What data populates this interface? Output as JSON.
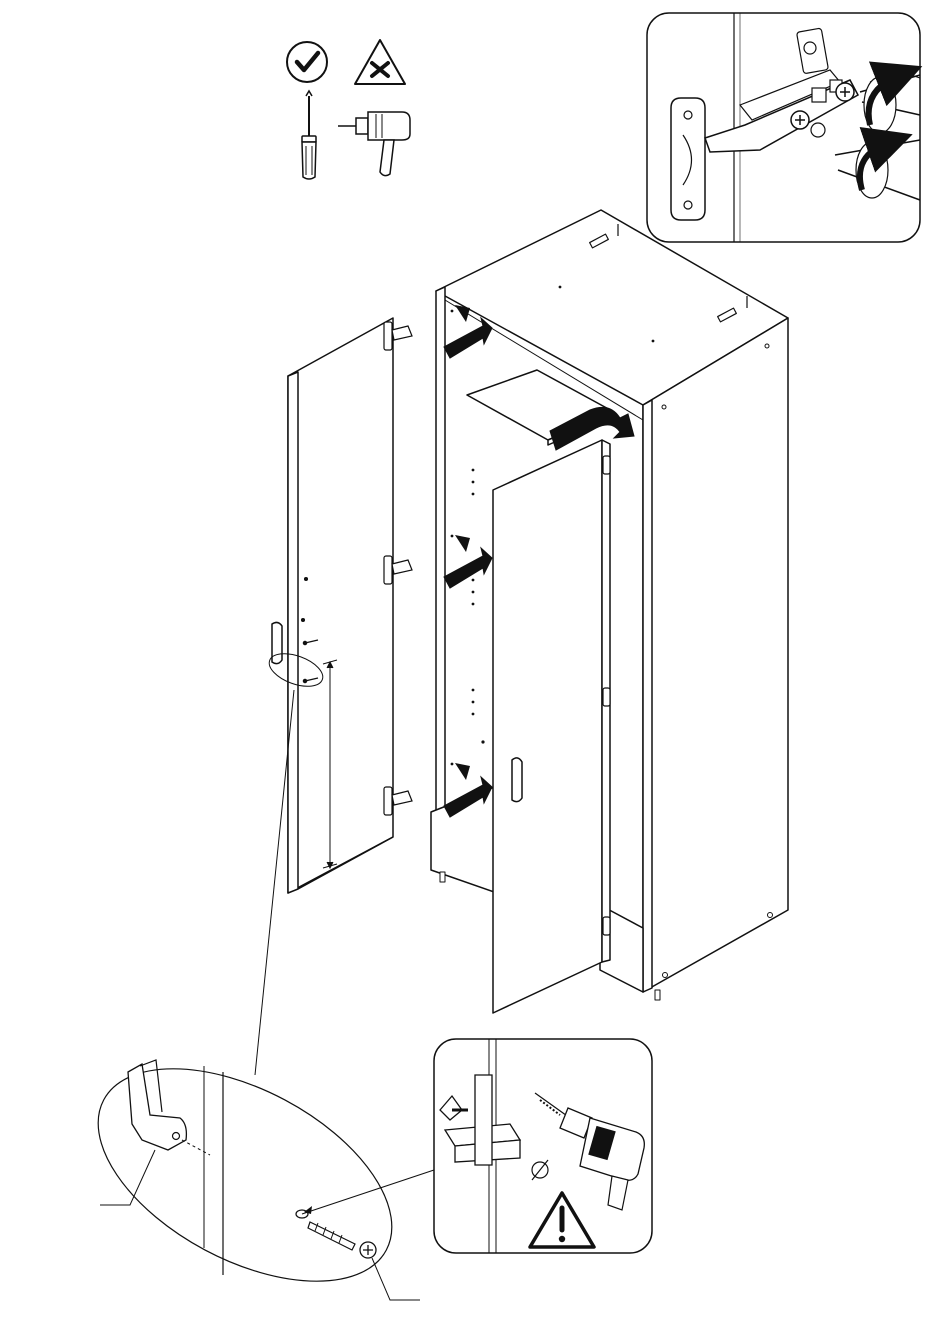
{
  "page": {
    "background": "#ffffff",
    "line_color": "#1a1a1a",
    "arrow_color": "#111111"
  },
  "toolbox": {
    "allowed_icon": "check-circle",
    "forbidden_icon": "warning-triangle-x",
    "tools": [
      "screwdriver",
      "power-drill"
    ]
  },
  "details": {
    "hinge_adjust": "hinge-adjustment-detail",
    "handle_mount": "handle-screw-detail",
    "drill_detail": "drill-jig-detail",
    "warning": "warning-exclamation"
  }
}
